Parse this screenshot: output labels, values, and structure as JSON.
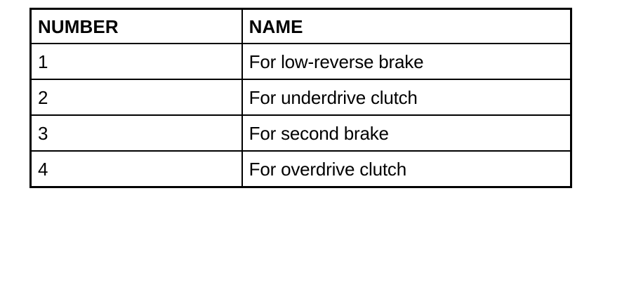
{
  "page": {
    "background_color": "#ffffff",
    "text_color": "#000000",
    "border_color": "#000000"
  },
  "table": {
    "name": "component-number-name-table",
    "columns": [
      {
        "key": "number",
        "header": "NUMBER"
      },
      {
        "key": "name",
        "header": "NAME"
      }
    ],
    "headers": {
      "number": "NUMBER",
      "name": "NAME"
    },
    "rows": [
      {
        "number": "1",
        "name": "For low-reverse brake"
      },
      {
        "number": "2",
        "name": "For underdrive clutch"
      },
      {
        "number": "3",
        "name": "For second brake"
      },
      {
        "number": "4",
        "name": "For overdrive clutch"
      }
    ]
  }
}
